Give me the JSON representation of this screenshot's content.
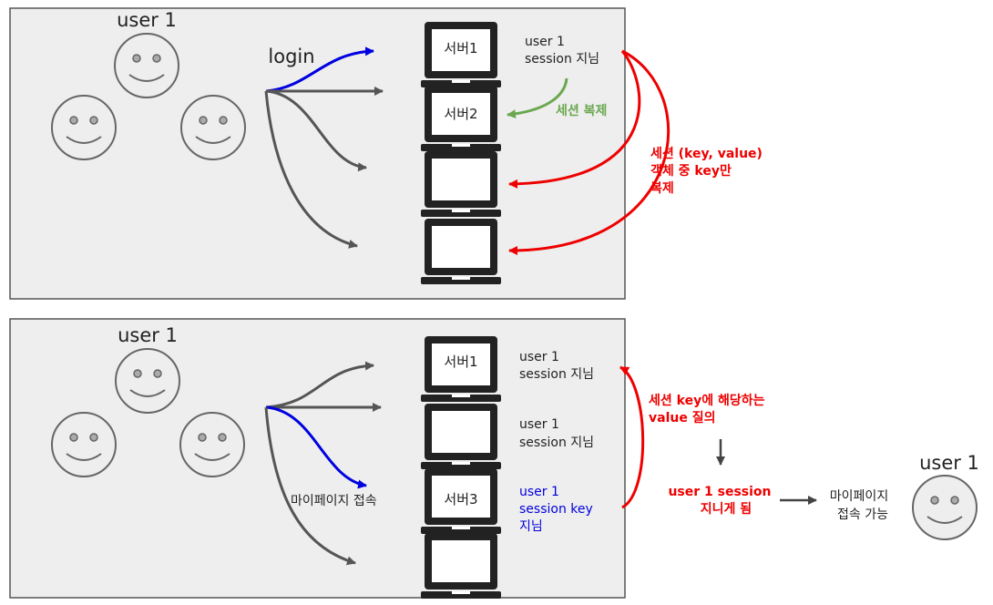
{
  "colors": {
    "panel_bg": "#eeeeee",
    "panel_border": "#555555",
    "dark": "#222222",
    "gray_arrow": "#555555",
    "blue": "#0000e0",
    "red": "#ee0000",
    "green": "#6aa84f",
    "face_fill": "#eeeeee",
    "face_stroke": "#666666"
  },
  "icons": [
    "smiley-face-icon",
    "laptop-icon",
    "arrow-icon"
  ],
  "top_panel": {
    "user_label": "user 1",
    "login_label": "login",
    "server1_label": "서버1",
    "server2_label": "서버2",
    "session_line1": "user 1",
    "session_line2": "session 지님",
    "replicate_label": "세션 복제",
    "key_copy_line1": "세션 (key, value)",
    "key_copy_line2": "객체 중 key만",
    "key_copy_line3": "복제"
  },
  "bottom_panel": {
    "user_label": "user 1",
    "mypage_label": "마이페이지 접속",
    "server1_label": "서버1",
    "server3_label": "서버3",
    "s1_line1": "user 1",
    "s1_line2": "session 지님",
    "s2_line1": "user 1",
    "s2_line2": "session 지님",
    "s3_line1": "user 1",
    "s3_line2": "session key",
    "s3_line3": "지님"
  },
  "outside": {
    "query_line1": "세션 key에 해당하는",
    "query_line2": "value 질의",
    "result_line1": "user 1 session",
    "result_line2": "지니게 됨",
    "access_line1": "마이페이지",
    "access_line2": "접속 가능",
    "user_label": "user 1"
  }
}
